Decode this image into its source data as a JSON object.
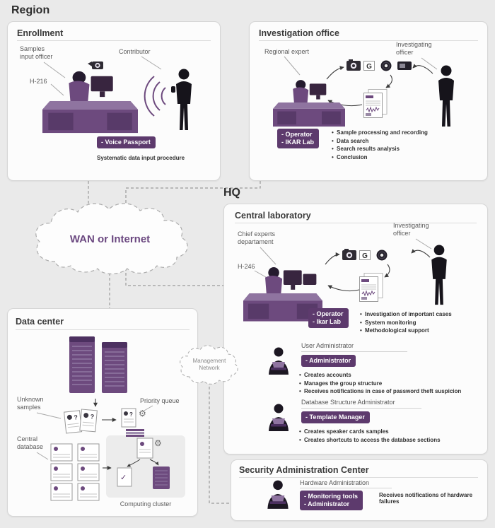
{
  "region": {
    "title": "Region"
  },
  "hq": {
    "title": "HQ"
  },
  "clouds": {
    "wan": "WAN or Internet",
    "management": "Management\nNetwork"
  },
  "enrollment": {
    "title": "Enrollment",
    "samples_officer": "Samples\ninput officer",
    "contributor": "Contributor",
    "terminal": "H-216",
    "badge": "- Voice Passport",
    "caption": "Systematic data input procedure"
  },
  "investigation": {
    "title": "Investigation office",
    "regional_expert": "Regional expert",
    "investigating_officer": "Investigating\nofficer",
    "badge": "- Operator\n- IKAR Lab",
    "bullets": [
      "Sample processing and recording",
      "Data search",
      "Search results analysis",
      "Conclusion"
    ]
  },
  "central_lab": {
    "title": "Central laboratory",
    "chief": "Chief experts\ndepartament",
    "investigating_officer": "Investigating\nofficer",
    "terminal": "H-246",
    "badge": "- Operator\n- Ikar Lab",
    "bullets": [
      "Investigation of important cases",
      "System monitoring",
      "Methodological support"
    ],
    "user_admin_title": "User Administrator",
    "user_admin_badge": "- Administrator",
    "user_admin_bullets": [
      "Creates accounts",
      "Manages the group structure",
      "Receives notifications in case of password theft suspicion"
    ],
    "db_admin_title": "Database Structure Administrator",
    "db_admin_badge": "- Template Manager",
    "db_admin_bullets": [
      "Creates speaker cards samples",
      "Creates shortcuts to access the database sections"
    ]
  },
  "data_center": {
    "title": "Data center",
    "unknown_samples": "Unknown\nsamples",
    "priority_queue": "Priority queue",
    "central_database": "Central\ndatabase",
    "computing_cluster": "Computing cluster"
  },
  "security": {
    "title": "Security Administration Center",
    "subtitle": "Hardware Administration",
    "badge": "- Monitoring tools\n- Administrator",
    "note": "Receives notifications of hardware failures"
  },
  "icons": {
    "gear": "⚙",
    "check": "✓",
    "g_device": "G",
    "question": "?"
  },
  "colors": {
    "purple": "#6d4a7e",
    "badge_bg": "#5d3a6d",
    "silhouette": "#16141b",
    "background": "#eaeaea"
  }
}
